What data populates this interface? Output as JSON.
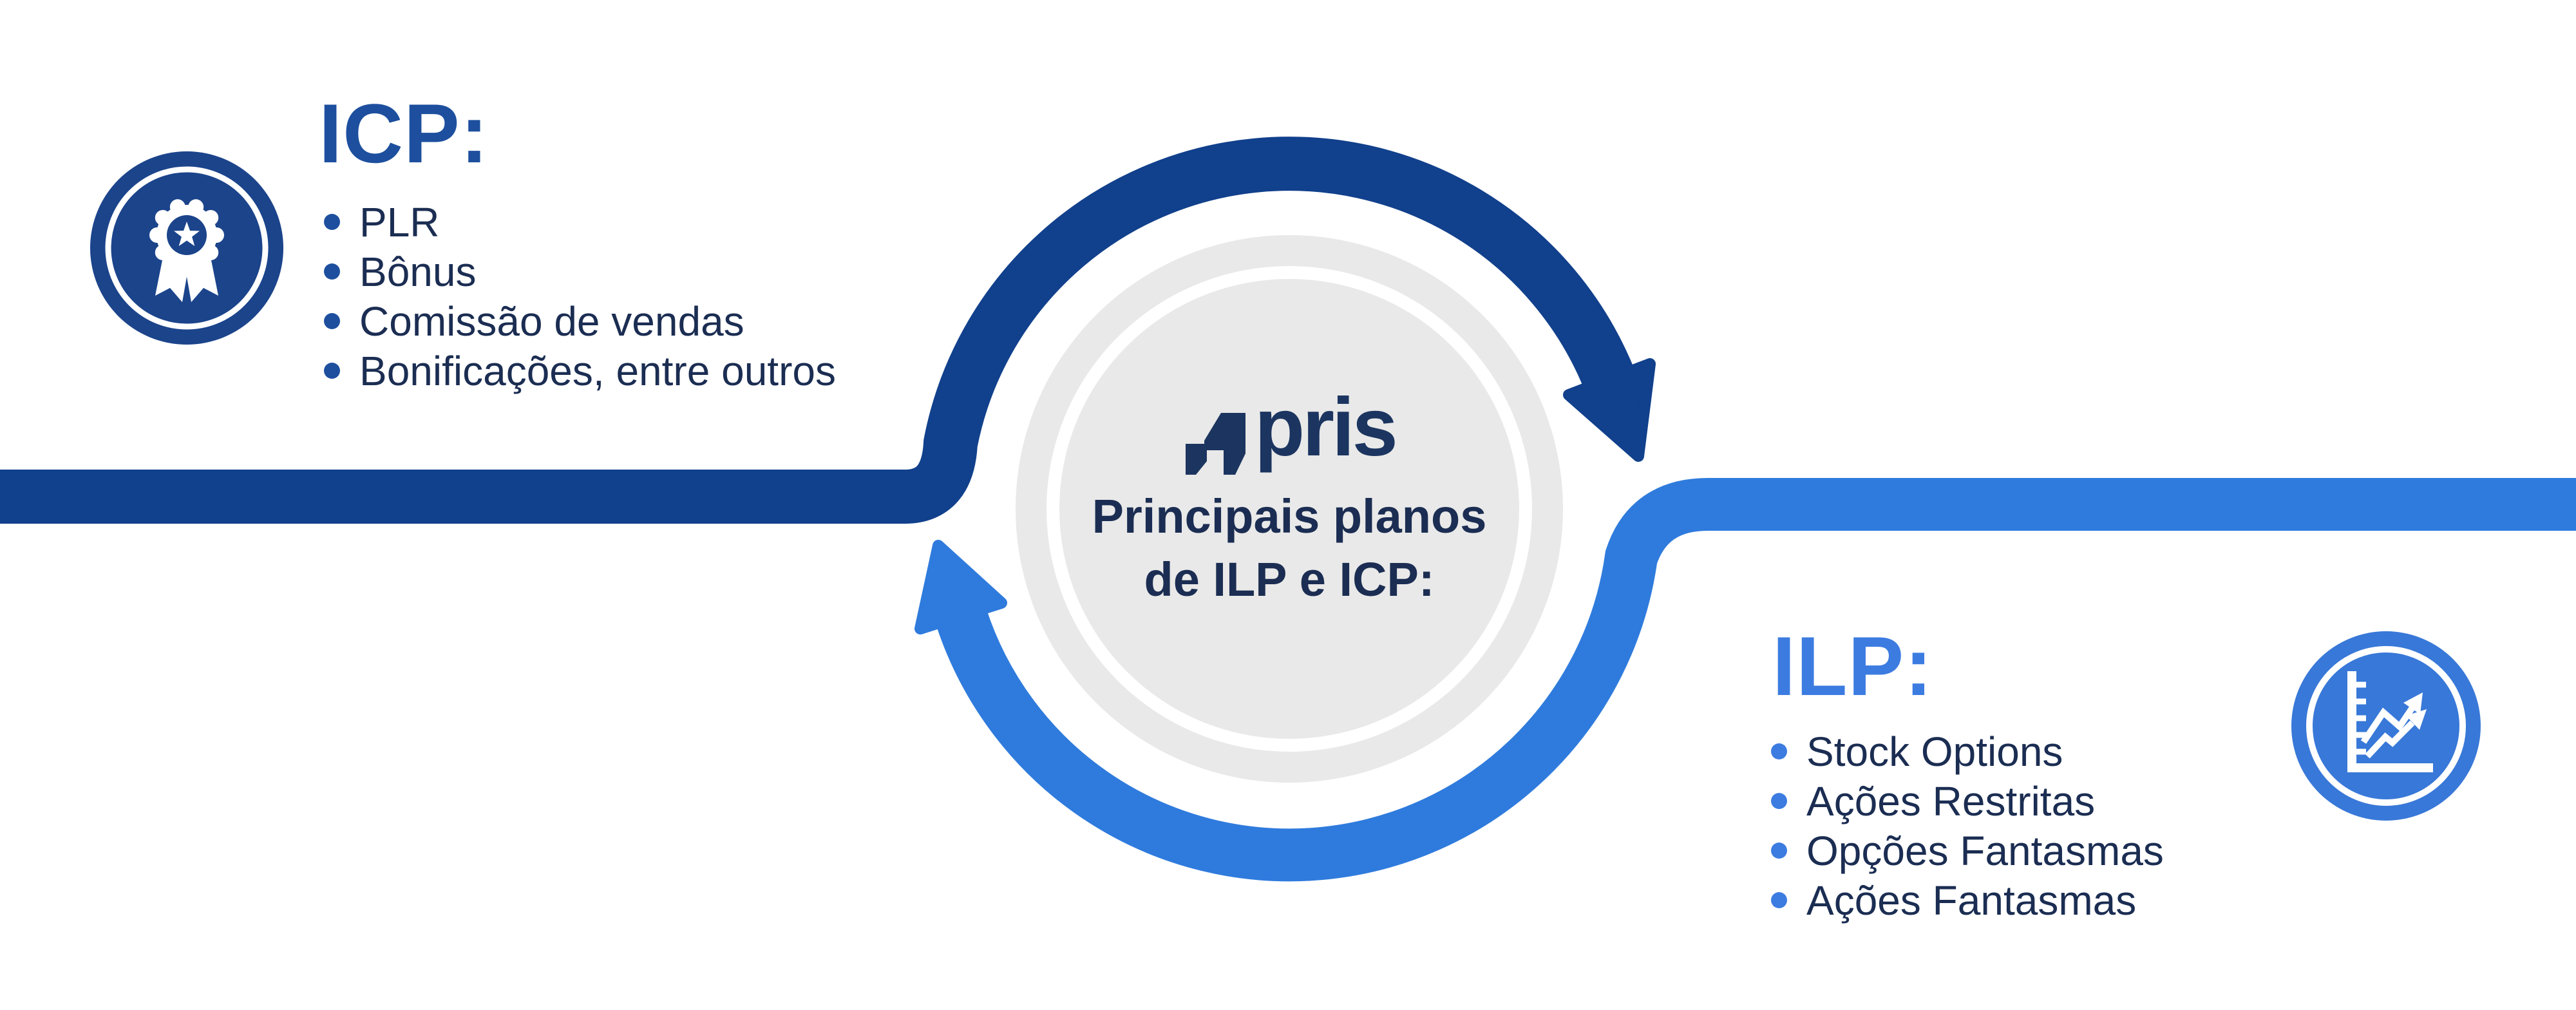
{
  "brand": {
    "logo_text": "pris",
    "logo_mark_icon": "pris-logo-mark-icon"
  },
  "center": {
    "title_line1": "Principais planos",
    "title_line2": "de ILP e ICP:"
  },
  "icp": {
    "heading": "ICP:",
    "icon": "award-medal-icon",
    "items": [
      "PLR",
      "Bônus",
      "Comissão de vendas",
      "Bonificações, entre outros"
    ]
  },
  "ilp": {
    "heading": "ILP:",
    "icon": "growth-chart-icon",
    "items": [
      "Stock Options",
      "Ações Restritas",
      "Opções Fantasmas",
      "Ações Fantasmas"
    ]
  },
  "colors": {
    "dark_blue_ribbon": "#11408C",
    "light_blue_ribbon": "#2F7BDD",
    "icp_heading": "#1D4F9E",
    "ilp_heading": "#3C7CE1",
    "body_text_navy": "#1B2D52",
    "logo_navy": "#1C3560",
    "left_icon_blue": "#1B448B",
    "right_icon_blue": "#3878D8",
    "center_circle_gray": "#E9E9E9",
    "background": "#FFFFFF"
  }
}
